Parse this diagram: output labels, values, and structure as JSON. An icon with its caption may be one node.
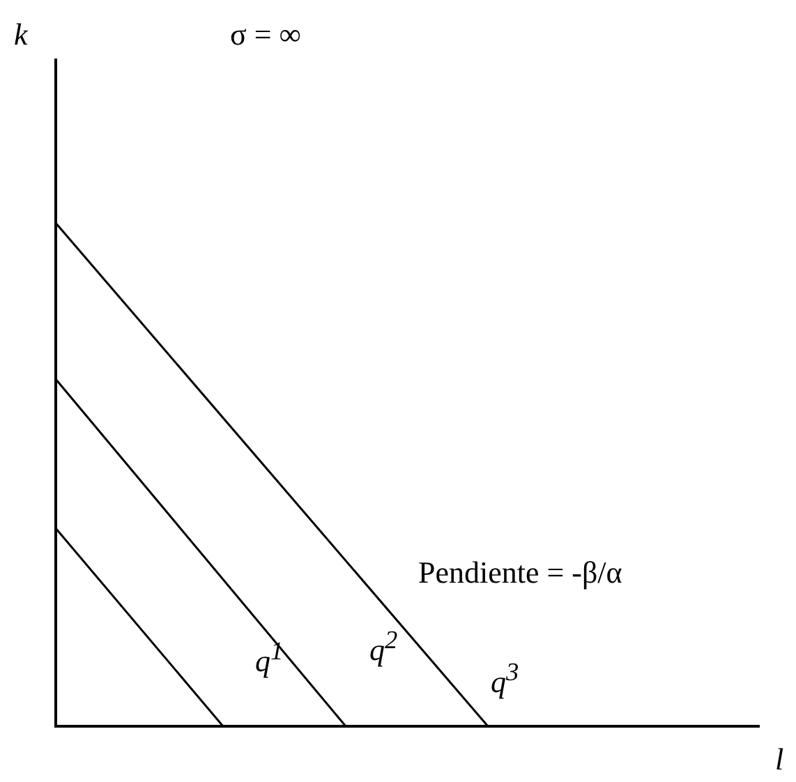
{
  "diagram": {
    "labels": [
      "k",
      "σ = ∞",
      "Pendiente = -β/α",
      "q$^{1}$",
      "q$^{2}$",
      "q$^{3}$",
      "l"
    ]
  }
}
